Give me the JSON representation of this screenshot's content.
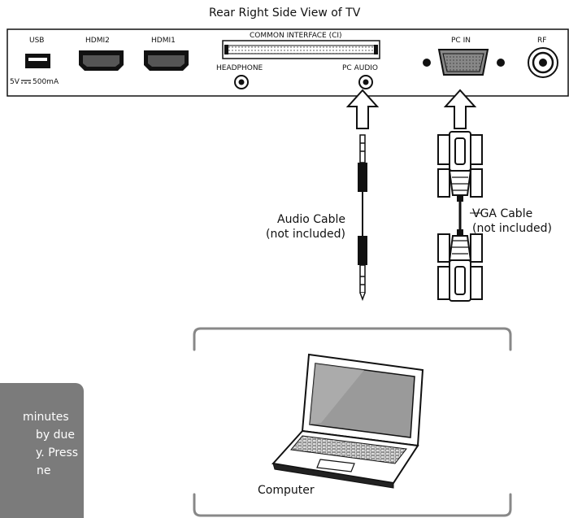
{
  "title": "Rear Right Side View of TV",
  "tv_panel": {
    "usb_label": "USB",
    "usb_power_left": "5V",
    "usb_power_right": "500mA",
    "hdmi2_label": "HDMI2",
    "hdmi1_label": "HDMI1",
    "ci_label": "COMMON  INTERFACE (CI)",
    "headphone_label": "HEADPHONE",
    "pc_audio_label": "PC AUDIO",
    "pc_in_label": "PC IN",
    "rf_label": "RF"
  },
  "cables": {
    "audio_label_line1": "Audio Cable",
    "audio_label_line2": "(not included)",
    "vga_label_line1": "VGA Cable",
    "vga_label_line2": "(not included)"
  },
  "computer": {
    "label": "Computer"
  },
  "side_note": {
    "lines": [
      "minutes",
      "by due",
      "y. Press",
      "ne"
    ]
  },
  "colors": {
    "line": "#111111",
    "note_bg": "#7b7b7b"
  }
}
